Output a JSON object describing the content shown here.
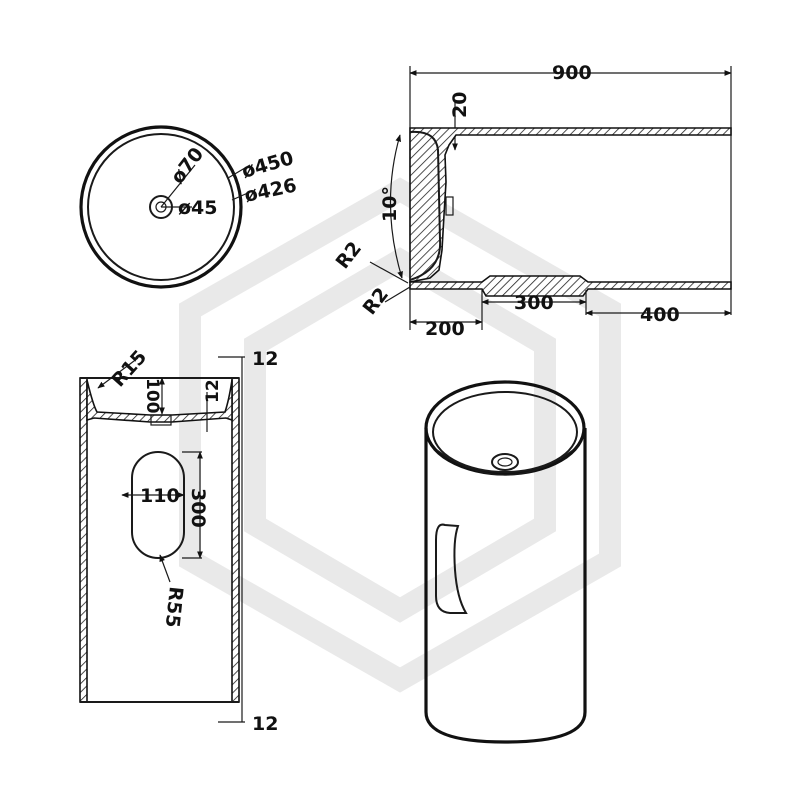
{
  "top_view": {
    "dim_outer": "ø450",
    "dim_inner": "ø426",
    "dim_bowl_drain": "ø70",
    "dim_drain": "ø45"
  },
  "section_view": {
    "dim_length": "900",
    "dim_wall": "20",
    "dim_angle": "10°",
    "dim_radius_top": "R2",
    "dim_radius_bottom": "R2",
    "dim_base": "200",
    "dim_mid": "300",
    "dim_end": "400"
  },
  "side_view": {
    "dim_rim_radius": "R15",
    "dim_bowl_depth": "100",
    "dim_thickness_inner": "12",
    "dim_thickness_top": "12",
    "dim_thickness_bottom": "12",
    "dim_slot_width": "110",
    "dim_slot_height": "300",
    "dim_slot_radius": "R55"
  }
}
